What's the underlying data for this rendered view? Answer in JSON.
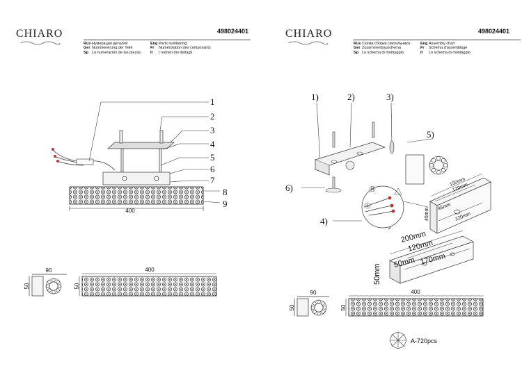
{
  "brand": "CHIARO",
  "product_code": "498024401",
  "left_legend": {
    "rus": "Нумерация деталей",
    "ger": "Nummerierung der Teile",
    "sp": "La numeración de las piezas",
    "eng": "Parts numbering",
    "fr": "Numérotation des composants",
    "it": "I numeri dei dettagli"
  },
  "right_legend": {
    "rus": "Схема сборки светильника",
    "ger": "Zusammenbauschema",
    "sp": "Lo schema di montaggio",
    "eng": "Assembly chart",
    "fr": "Schéma d'assemblage",
    "it": "Lo schema di montaggio"
  },
  "lang_codes": {
    "rus": "Rus",
    "ger": "Ger",
    "sp": "Sp",
    "eng": "Eng",
    "fr": "Fr",
    "it": "It"
  },
  "left_callouts": [
    "1",
    "2",
    "3",
    "4",
    "5",
    "6",
    "7",
    "8",
    "9"
  ],
  "left_dims": {
    "main_width": "400",
    "side_width": "90",
    "side_height": "50",
    "front_width": "400",
    "front_height": "50"
  },
  "right_callouts": {
    "c1": "1)",
    "c2": "2)",
    "c3": "3)",
    "c4a": "4)",
    "c4b": "4)",
    "c5": "5)",
    "c6": "6)"
  },
  "wire_labels": {
    "n": "N",
    "l": "L"
  },
  "bracket_dims": {
    "a": "150mm",
    "b": "120mm",
    "c": "45mm",
    "d": "45mm",
    "e": "120mm"
  },
  "plate_dims": {
    "a": "200mm",
    "b": "120mm",
    "c": "50mm",
    "d": "170mm",
    "e": "50mm"
  },
  "right_dims": {
    "width": "400",
    "side_width": "90",
    "side_height": "50",
    "front_height": "50"
  },
  "crystal_note": "A-720pcs"
}
